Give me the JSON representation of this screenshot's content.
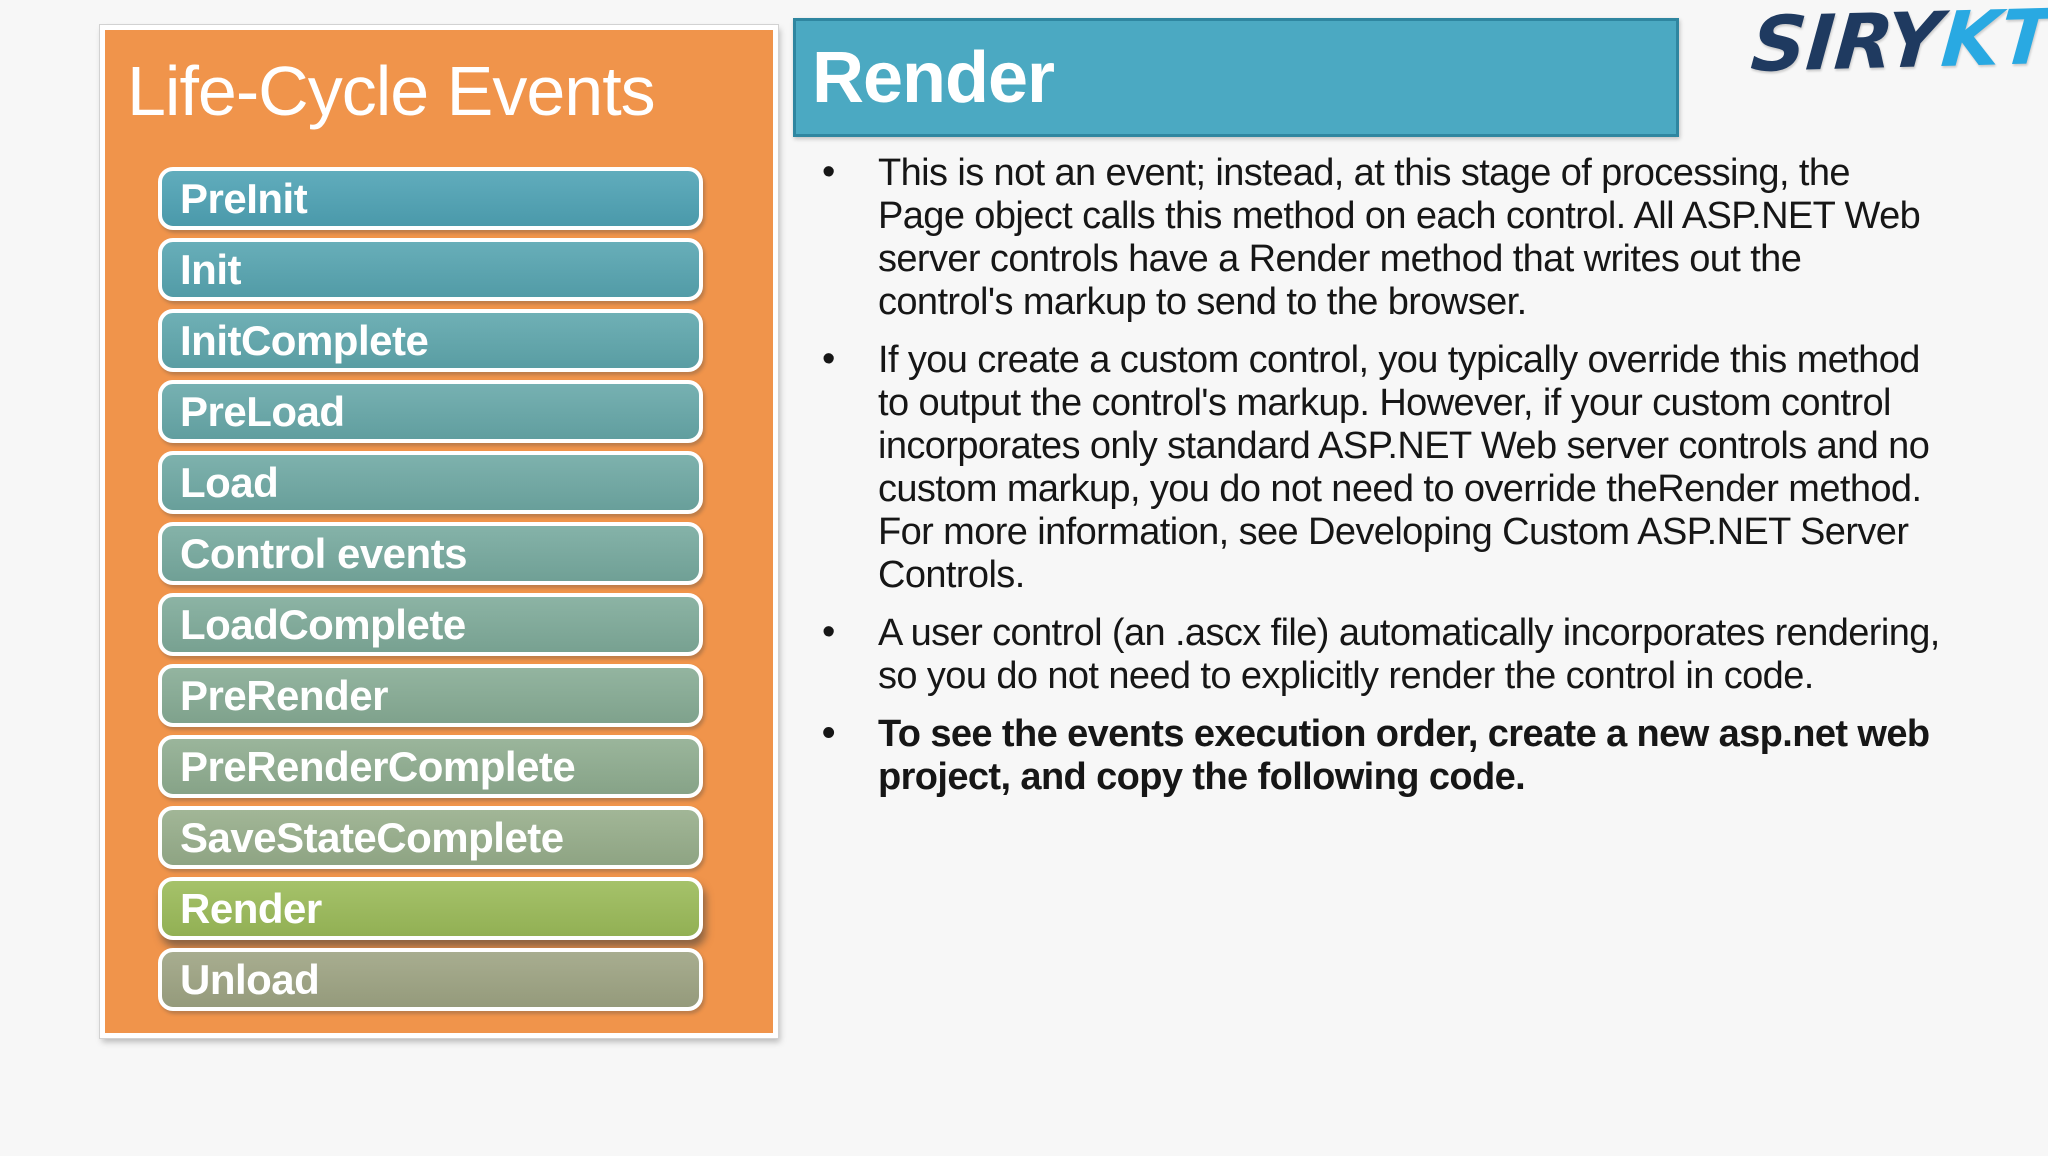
{
  "background": "#F7F7F7",
  "left_panel": {
    "title": "Life-Cycle Events",
    "panel_color": "#F0944B",
    "items": [
      {
        "label": "PreInit",
        "color": "#4FA3B5",
        "highlighted": false
      },
      {
        "label": "Init",
        "color": "#57A5B1",
        "highlighted": false
      },
      {
        "label": "InitComplete",
        "color": "#5FA7AD",
        "highlighted": false
      },
      {
        "label": "PreLoad",
        "color": "#67A8A9",
        "highlighted": false
      },
      {
        "label": "Load",
        "color": "#6FA9A4",
        "highlighted": false
      },
      {
        "label": "Control events",
        "color": "#77AA9F",
        "highlighted": false
      },
      {
        "label": "LoadComplete",
        "color": "#7FAB9A",
        "highlighted": false
      },
      {
        "label": "PreRender",
        "color": "#87AC95",
        "highlighted": false
      },
      {
        "label": "PreRenderComplete",
        "color": "#8FAD90",
        "highlighted": false
      },
      {
        "label": "SaveStateComplete",
        "color": "#97AE8B",
        "highlighted": false
      },
      {
        "label": "Render",
        "color": "#9BBB59",
        "highlighted": true
      },
      {
        "label": "Unload",
        "color": "#9EA483",
        "highlighted": false
      }
    ]
  },
  "right_panel": {
    "title": "Render",
    "header_color": "#4BA9C2",
    "header_border_color": "#2F86A0",
    "bullets": [
      {
        "bold": false,
        "text": "This is not an event; instead, at this stage of processing, the Page object calls this method on each control. All ASP.NET Web server controls have a Render method that writes out the control's markup to send to the browser."
      },
      {
        "bold": false,
        "text": "If you create a custom control, you typically override this method to output the control's markup. However, if your custom control incorporates only standard ASP.NET Web server controls and no custom markup, you do not need to override theRender method. For more information, see Developing Custom ASP.NET Server Controls."
      },
      {
        "bold": false,
        "text": "A user control (an .ascx file) automatically incorporates rendering, so you do not need to explicitly render the control in code."
      },
      {
        "bold": true,
        "text": "To see the events execution order, create a new asp.net web project, and copy the following code."
      }
    ]
  },
  "logo": {
    "primary": "SIRY",
    "primary_color": "#1F3A60",
    "secondary": "KT",
    "secondary_color": "#29A9E2"
  }
}
